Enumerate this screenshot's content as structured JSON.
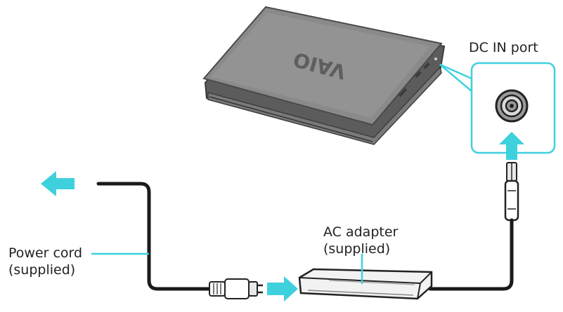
{
  "labels": {
    "dc_in_port": "DC IN port",
    "ac_adapter_line1": "AC adapter",
    "ac_adapter_line2": "(supplied)",
    "power_cord_line1": "Power cord",
    "power_cord_line2": "(supplied)"
  },
  "laptop": {
    "logo_text": "VAIO"
  },
  "colors": {
    "accent": "#3fd0de",
    "laptop_lid": "#8a8a8a",
    "laptop_edge": "#4a4a4a",
    "cable": "#1a1a1a",
    "adapter_body": "#efefef",
    "text": "#222222"
  }
}
